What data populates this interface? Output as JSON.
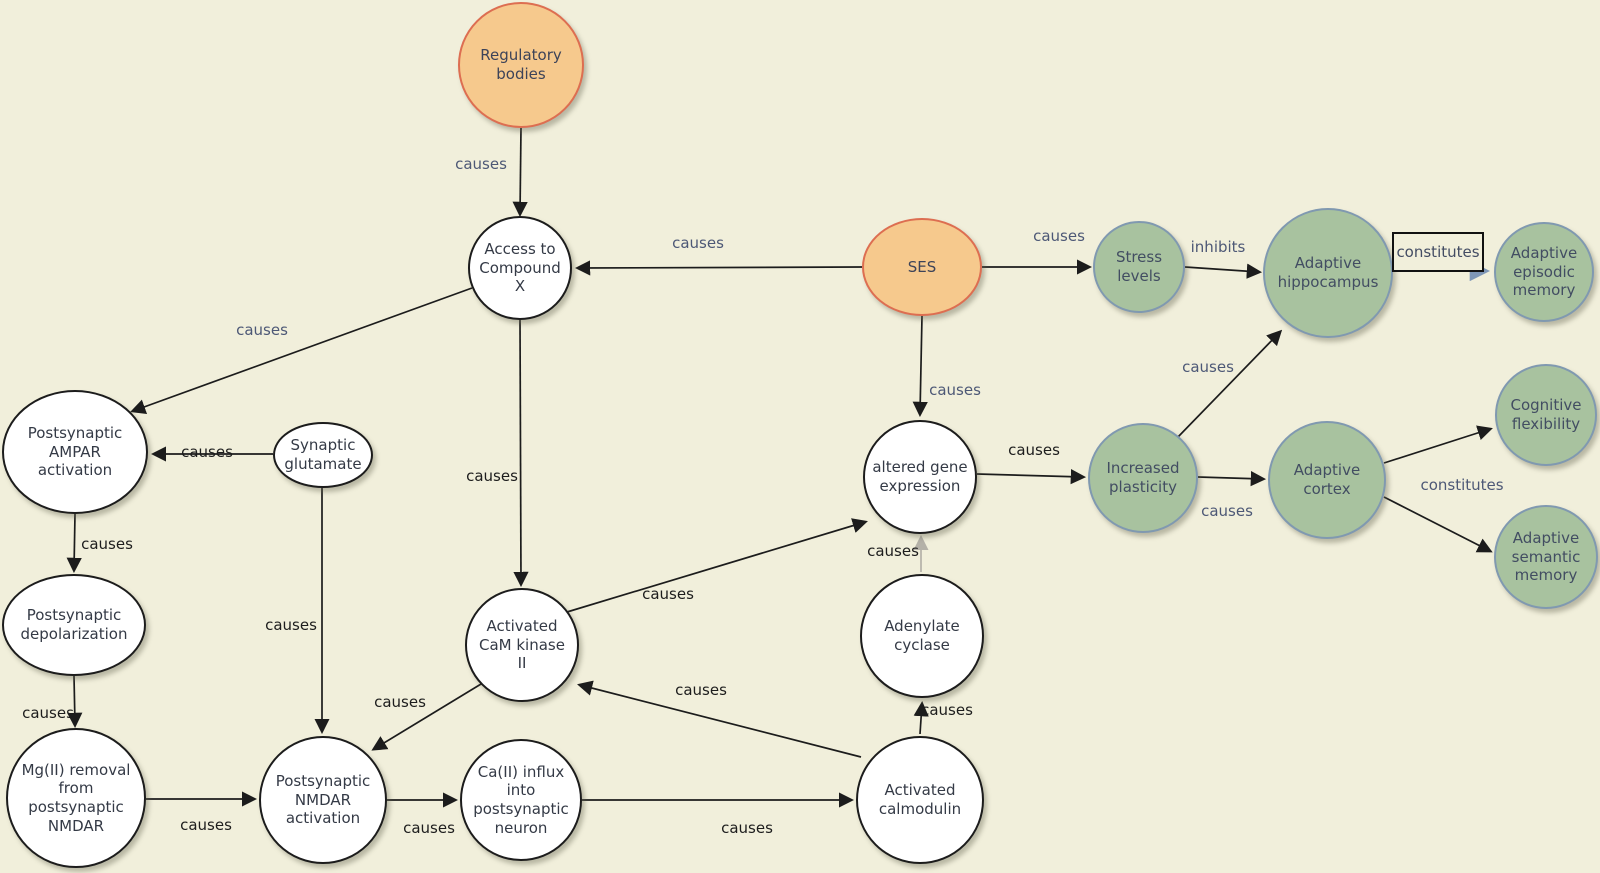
{
  "diagram": {
    "background_color": "#f1efdb",
    "palette": {
      "context_node_fill": "#f6c98d",
      "context_node_border": "#dd6e51",
      "outcome_node_fill": "#a8c29f",
      "outcome_node_border": "#8099b0",
      "mechanism_node_fill": "#ffffff",
      "mechanism_node_border": "#1c1c1c",
      "edge_color": "#1c1c1c",
      "faded_edge_color": "#b4b1a8",
      "constitutes_arrowhead_color": "#7e96b6",
      "edge_label_dark": "#1d1d1d",
      "edge_label_slate": "#4d5876"
    },
    "nodes": {
      "regulatory_bodies": {
        "label": "Regulatory bodies"
      },
      "access_compound_x": {
        "label": "Access to Compound X"
      },
      "ses": {
        "label": "SES"
      },
      "stress_levels": {
        "label": "Stress levels"
      },
      "adaptive_hippocampus": {
        "label": "Adaptive hippocampus"
      },
      "adaptive_episodic_memory": {
        "label": "Adaptive episodic memory"
      },
      "postsynaptic_ampar_activation": {
        "label": "Postsynaptic AMPAR activation"
      },
      "synaptic_glutamate": {
        "label": "Synaptic glutamate"
      },
      "altered_gene_expression": {
        "label": "altered gene expression"
      },
      "increased_plasticity": {
        "label": "Increased plasticity"
      },
      "adaptive_cortex": {
        "label": "Adaptive cortex"
      },
      "cognitive_flexibility": {
        "label": "Cognitive flexibility"
      },
      "adaptive_semantic_memory": {
        "label": "Adaptive semantic memory"
      },
      "postsynaptic_depolarization": {
        "label": "Postsynaptic depolarization"
      },
      "activated_cam_kinase_ii": {
        "label": "Activated CaM kinase II"
      },
      "adenylate_cyclase": {
        "label": "Adenylate cyclase"
      },
      "mg_removal": {
        "label": "Mg(II) removal from postsynaptic NMDAR"
      },
      "postsynaptic_nmdar_activation": {
        "label": "Postsynaptic NMDAR activation"
      },
      "ca_influx": {
        "label": "Ca(II) influx into postsynaptic neuron"
      },
      "activated_calmodulin": {
        "label": "Activated calmodulin"
      }
    },
    "edges": [
      {
        "from": "regulatory_bodies",
        "to": "access_compound_x",
        "label": "causes"
      },
      {
        "from": "ses",
        "to": "access_compound_x",
        "label": "causes"
      },
      {
        "from": "ses",
        "to": "stress_levels",
        "label": "causes"
      },
      {
        "from": "stress_levels",
        "to": "adaptive_hippocampus",
        "label": "inhibits"
      },
      {
        "from": "adaptive_hippocampus",
        "to": "adaptive_episodic_memory",
        "label": "constitutes"
      },
      {
        "from": "ses",
        "to": "altered_gene_expression",
        "label": "causes"
      },
      {
        "from": "access_compound_x",
        "to": "postsynaptic_ampar_activation",
        "label": "causes"
      },
      {
        "from": "synaptic_glutamate",
        "to": "postsynaptic_ampar_activation",
        "label": "causes"
      },
      {
        "from": "access_compound_x",
        "to": "activated_cam_kinase_ii",
        "label": "causes"
      },
      {
        "from": "altered_gene_expression",
        "to": "increased_plasticity",
        "label": "causes"
      },
      {
        "from": "increased_plasticity",
        "to": "adaptive_hippocampus",
        "label": "causes"
      },
      {
        "from": "increased_plasticity",
        "to": "adaptive_cortex",
        "label": "causes"
      },
      {
        "from": "adaptive_cortex",
        "to": "cognitive_flexibility",
        "label": "constitutes"
      },
      {
        "from": "adaptive_cortex",
        "to": "adaptive_semantic_memory",
        "label": "constitutes"
      },
      {
        "from": "postsynaptic_ampar_activation",
        "to": "postsynaptic_depolarization",
        "label": "causes"
      },
      {
        "from": "synaptic_glutamate",
        "to": "postsynaptic_nmdar_activation",
        "label": "causes"
      },
      {
        "from": "activated_cam_kinase_ii",
        "to": "altered_gene_expression",
        "label": "causes"
      },
      {
        "from": "adenylate_cyclase",
        "to": "altered_gene_expression",
        "label": "causes"
      },
      {
        "from": "postsynaptic_depolarization",
        "to": "mg_removal",
        "label": "causes"
      },
      {
        "from": "activated_cam_kinase_ii",
        "to": "postsynaptic_nmdar_activation",
        "label": "causes"
      },
      {
        "from": "activated_calmodulin",
        "to": "activated_cam_kinase_ii",
        "label": "causes"
      },
      {
        "from": "activated_calmodulin",
        "to": "adenylate_cyclase",
        "label": "causes"
      },
      {
        "from": "mg_removal",
        "to": "postsynaptic_nmdar_activation",
        "label": "causes"
      },
      {
        "from": "postsynaptic_nmdar_activation",
        "to": "ca_influx",
        "label": "causes"
      },
      {
        "from": "ca_influx",
        "to": "activated_calmodulin",
        "label": "causes"
      }
    ]
  }
}
